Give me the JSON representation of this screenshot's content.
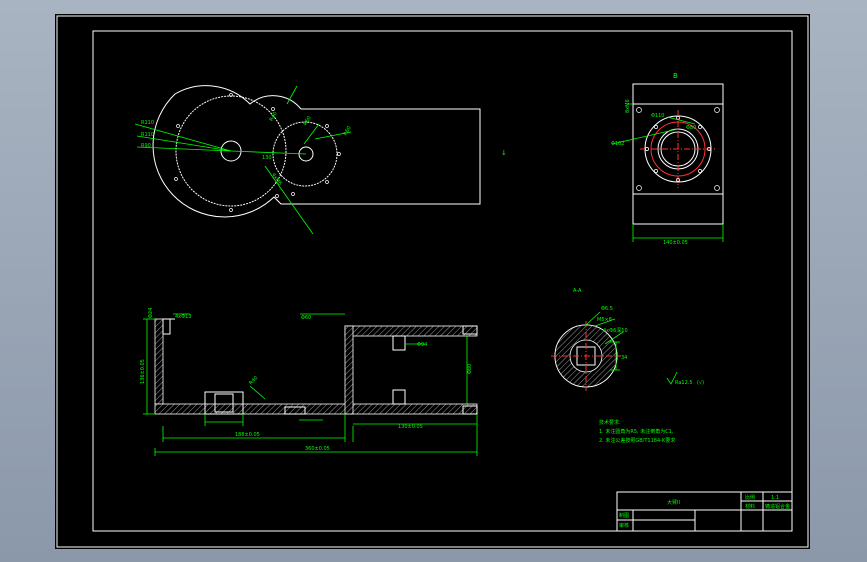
{
  "drawing": {
    "title": "大臂II",
    "view_label_top": "B",
    "section_label": "A-A",
    "tech_req_title": "技术要求:",
    "tech_req_items": [
      "1. 未注圆角为R5, 未注倒角为C1,",
      "2. 未注公差按照GB/T1184-K要求"
    ],
    "roughness_note": "Ra12.5",
    "title_block": {
      "part_name": "大臂II",
      "scale_label": "比例",
      "scale_value": "1:1",
      "material_label": "材料",
      "material_value": "铸造铝合金",
      "drawn_label": "制图",
      "checked_label": "审核"
    }
  },
  "colors": {
    "background": "#000000",
    "outline": "#ffffff",
    "dimension": "#00ff00",
    "centerline": "#ff3030",
    "app_frame": "#9aa6b6"
  },
  "dimensions": {
    "plan": [
      "R110",
      "R110",
      "R90",
      "R40",
      "R60",
      "R60",
      "130",
      "4xM6"
    ],
    "square": [
      "8xM6",
      "Φ110",
      "Φ102",
      "Φ80",
      "140±0.05"
    ],
    "elevation": [
      "4xΦ13",
      "Φ24",
      "136±0.05",
      "Φ60",
      "R40",
      "Φ94",
      "Φ80"
    ],
    "elevation_bottom": [
      "188±0.05",
      "130±0.05",
      "360±0.05"
    ],
    "section": [
      "Φ6.5",
      "M5×8",
      "4xΦ6深10",
      "34"
    ]
  }
}
